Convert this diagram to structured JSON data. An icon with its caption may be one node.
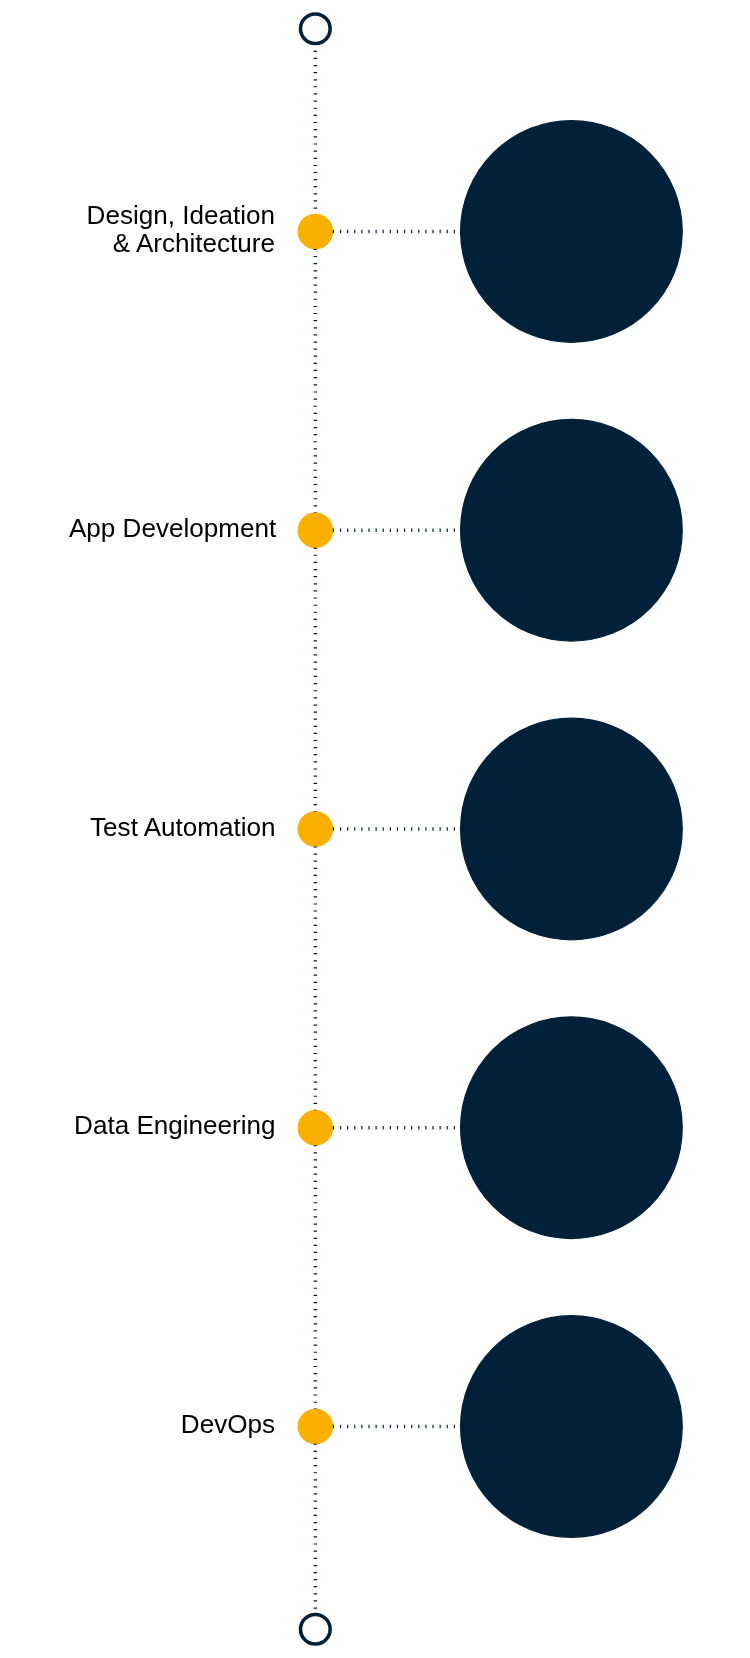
{
  "diagram": {
    "nodes": [
      {
        "text": [],
        "shape": "circle"
      },
      {
        "text": [],
        "shape": "circle",
        "beside": [
          "Design, Ideation & Architecture"
        ]
      },
      {
        "text": [],
        "shape": "circle"
      },
      {
        "text": [],
        "shape": "circle",
        "beside": [
          "App Development"
        ]
      },
      {
        "text": [],
        "shape": "circle"
      },
      {
        "text": [],
        "shape": "circle",
        "beside": [
          "Test Automation"
        ]
      },
      {
        "text": [],
        "shape": "circle"
      },
      {
        "text": [],
        "shape": "circle",
        "beside": [
          "Data Engineering"
        ]
      },
      {
        "text": [],
        "shape": "circle"
      },
      {
        "text": [],
        "shape": "circle",
        "beside": [
          "DevOps"
        ]
      },
      {
        "text": [],
        "shape": "circle"
      },
      {
        "text": [],
        "shape": "circle"
      }
    ],
    "edges": [
      {
        "from": 0,
        "to": 1,
        "arrow": "none"
      },
      {
        "from": 1,
        "to": 2,
        "arrow": "none"
      },
      {
        "from": 1,
        "to": 3,
        "arrow": "none"
      },
      {
        "from": 3,
        "to": 4,
        "arrow": "none"
      },
      {
        "from": 3,
        "to": 5,
        "arrow": "none"
      },
      {
        "from": 5,
        "to": 6,
        "arrow": "none"
      },
      {
        "from": 5,
        "to": 7,
        "arrow": "none"
      },
      {
        "from": 7,
        "to": 8,
        "arrow": "none"
      },
      {
        "from": 7,
        "to": 9,
        "arrow": "none"
      },
      {
        "from": 9,
        "to": 10,
        "arrow": "none"
      },
      {
        "from": 9,
        "to": 11,
        "arrow": "none"
      }
    ]
  }
}
